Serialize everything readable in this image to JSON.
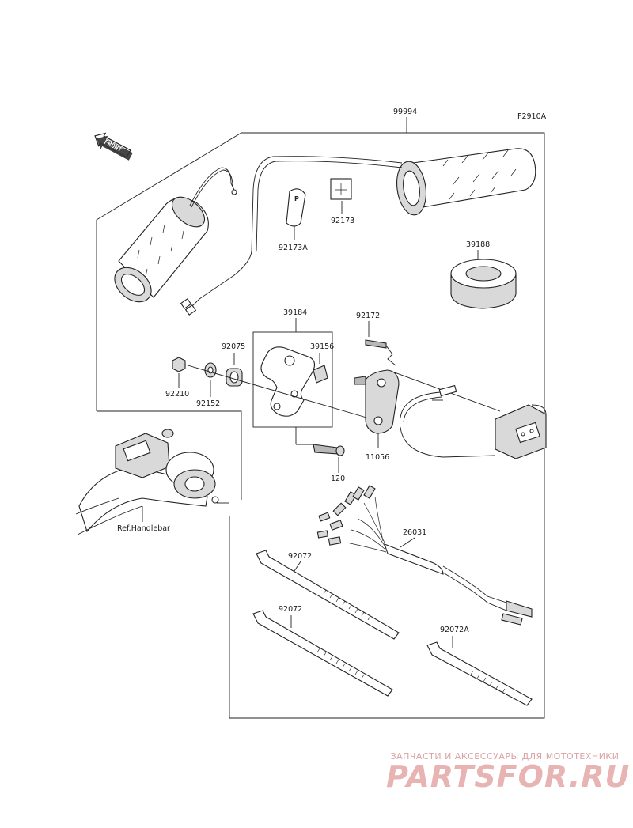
{
  "figure_code": "F2910A",
  "front_marker": "FRONT",
  "parts": {
    "p99994": "99994",
    "p92173A": "92173A",
    "p92173": "92173",
    "p39188": "39188",
    "p39184": "39184",
    "p39156": "39156",
    "p92075": "92075",
    "p92172": "92172",
    "p92210": "92210",
    "p92152": "92152",
    "p11056": "11056",
    "p120": "120",
    "p26031": "26031",
    "p92072_a": "92072",
    "p92072_b": "92072",
    "p92072A": "92072A"
  },
  "reference_label": "Ref.Handlebar",
  "watermark": {
    "tagline": "ЗАПЧАСТИ И АКСЕССУАРЫ ДЛЯ МОТОТЕХНИКИ",
    "brand": "PARTSFOR.RU"
  }
}
